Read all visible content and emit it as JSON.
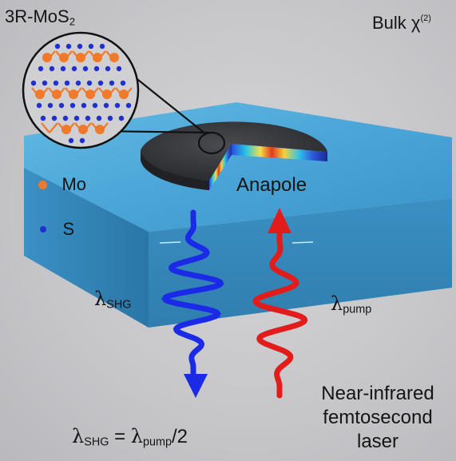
{
  "labels": {
    "material_main": "3R-MoS",
    "material_sub": "2",
    "bulk_main": "Bulk χ",
    "bulk_sup": "(2)",
    "mo": "Mo",
    "s": "S",
    "anapole": "Anapole",
    "lambda": "λ",
    "shg": "SHG",
    "pump": "pump",
    "eq_equals": " = ",
    "eq_div": "/2",
    "laser_line1": "Near-infrared",
    "laser_line2": "femtosecond",
    "laser_line3": "laser"
  },
  "colors": {
    "mo": "#f07a2a",
    "s": "#1f2fd0",
    "shg_beam": "#1a2ae6",
    "pump_beam": "#e21b1b",
    "substrate": "#3f9fd1",
    "disk": "#2a2b2f"
  }
}
